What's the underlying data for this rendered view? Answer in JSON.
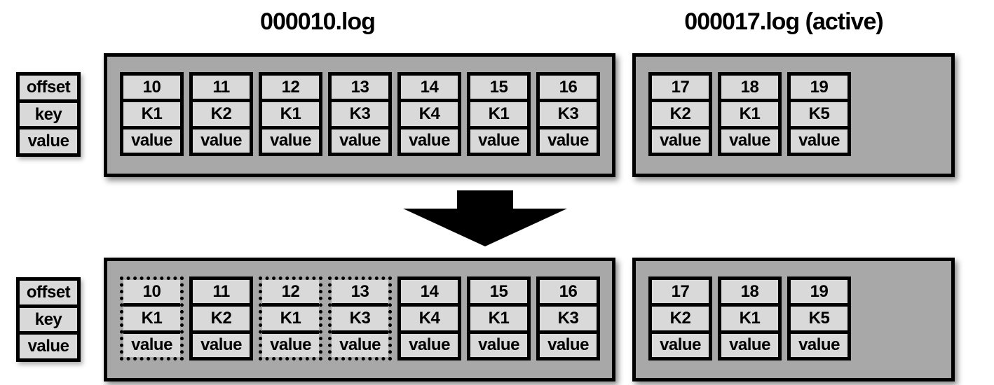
{
  "colors": {
    "background": "#ffffff",
    "box_fill": "#a8a8a8",
    "cell_fill": "#d9d9d9",
    "line": "#000000"
  },
  "titles": {
    "log1": "000010.log",
    "log2": "000017.log (active)"
  },
  "legend_rows": [
    "offset",
    "key",
    "value"
  ],
  "stages": {
    "before": {
      "log1_records": [
        {
          "offset": "10",
          "key": "K1",
          "value": "value",
          "deleted": false
        },
        {
          "offset": "11",
          "key": "K2",
          "value": "value",
          "deleted": false
        },
        {
          "offset": "12",
          "key": "K1",
          "value": "value",
          "deleted": false
        },
        {
          "offset": "13",
          "key": "K3",
          "value": "value",
          "deleted": false
        },
        {
          "offset": "14",
          "key": "K4",
          "value": "value",
          "deleted": false
        },
        {
          "offset": "15",
          "key": "K1",
          "value": "value",
          "deleted": false
        },
        {
          "offset": "16",
          "key": "K3",
          "value": "value",
          "deleted": false
        }
      ],
      "log2_records": [
        {
          "offset": "17",
          "key": "K2",
          "value": "value",
          "deleted": false
        },
        {
          "offset": "18",
          "key": "K1",
          "value": "value",
          "deleted": false
        },
        {
          "offset": "19",
          "key": "K5",
          "value": "value",
          "deleted": false
        }
      ]
    },
    "after": {
      "log1_records": [
        {
          "offset": "10",
          "key": "K1",
          "value": "value",
          "deleted": true
        },
        {
          "offset": "11",
          "key": "K2",
          "value": "value",
          "deleted": false
        },
        {
          "offset": "12",
          "key": "K1",
          "value": "value",
          "deleted": true
        },
        {
          "offset": "13",
          "key": "K3",
          "value": "value",
          "deleted": true
        },
        {
          "offset": "14",
          "key": "K4",
          "value": "value",
          "deleted": false
        },
        {
          "offset": "15",
          "key": "K1",
          "value": "value",
          "deleted": false
        },
        {
          "offset": "16",
          "key": "K3",
          "value": "value",
          "deleted": false
        }
      ],
      "log2_records": [
        {
          "offset": "17",
          "key": "K2",
          "value": "value",
          "deleted": false
        },
        {
          "offset": "18",
          "key": "K1",
          "value": "value",
          "deleted": false
        },
        {
          "offset": "19",
          "key": "K5",
          "value": "value",
          "deleted": false
        }
      ]
    }
  }
}
